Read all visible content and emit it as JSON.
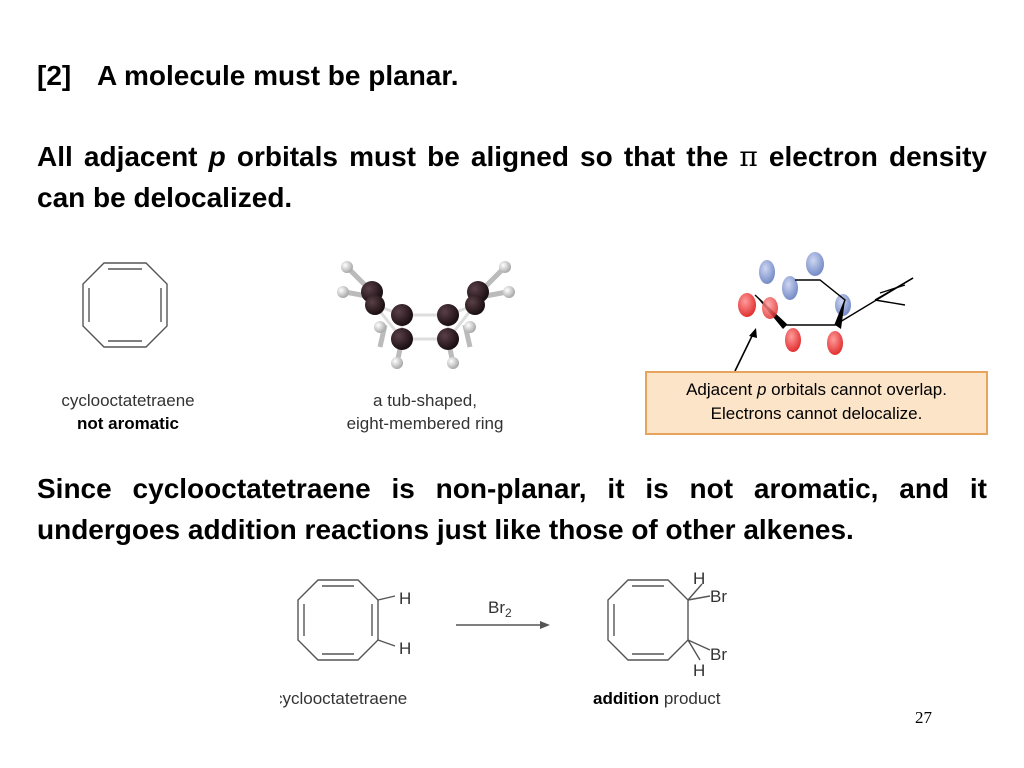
{
  "heading": {
    "number": "[2]",
    "title": "A molecule must be planar."
  },
  "para1": {
    "before": "All adjacent ",
    "italic": "p",
    "middle": " orbitals must be aligned so that the ",
    "symbol": "π",
    "after": " electron density can be delocalized."
  },
  "figure_top": {
    "cot_caption_line1": "cyclooctatetraene",
    "cot_caption_line2": "not aromatic",
    "tub_caption_line1": "a tub-shaped,",
    "tub_caption_line2": "eight-membered ring",
    "note_line1_before": "Adjacent ",
    "note_line1_italic": "p",
    "note_line1_after": " orbitals cannot overlap.",
    "note_line2": "Electrons cannot delocalize."
  },
  "para2": "Since cyclooctatetraene is non-planar, it is not aromatic, and it undergoes addition reactions just like those of other alkenes.",
  "reaction": {
    "reactant_label": "cyclooctatetraene",
    "H": "H",
    "reagent": "Br",
    "reagent_sub": "2",
    "Br": "Br",
    "product_bold": "addition",
    "product_rest": " product"
  },
  "page_number": "27"
}
